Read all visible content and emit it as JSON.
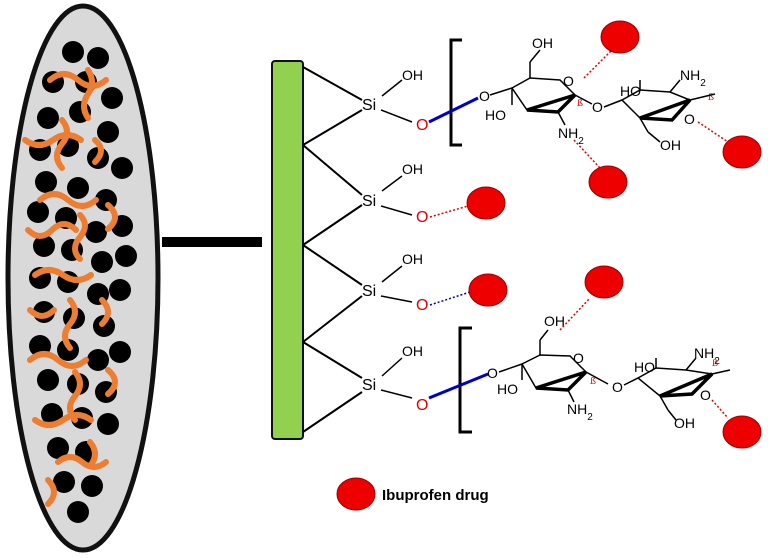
{
  "legend": {
    "label": "Ibuprofen drug"
  },
  "labels": {
    "si": "Si",
    "oh": "OH",
    "o": "O",
    "nh2_base": "NH",
    "nh2_sub": "2",
    "ho": "HO",
    "beta": "ß"
  },
  "colors": {
    "drug": "#ee0000",
    "substrate": "#92d050",
    "particle_fill": "#d9d9d9",
    "chain": "#ed7d31",
    "pore": "#000000",
    "covalent_link": "#0000cc",
    "hbond_red": "#dd0000",
    "hbond_blue": "#0000aa"
  }
}
